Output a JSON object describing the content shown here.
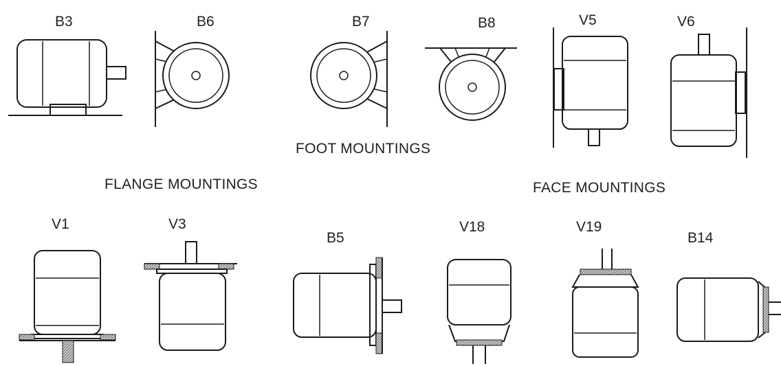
{
  "labels": {
    "b3": "B3",
    "b6": "B6",
    "b7": "B7",
    "b8": "B8",
    "v5": "V5",
    "v6": "V6",
    "v1": "V1",
    "v3": "V3",
    "b5": "B5",
    "v18": "V18",
    "v19": "V19",
    "b14": "B14"
  },
  "groups": {
    "foot": "FOOT MOUNTINGS",
    "flange": "FLANGE MOUNTINGS",
    "face": "FACE MOUNTINGS"
  }
}
